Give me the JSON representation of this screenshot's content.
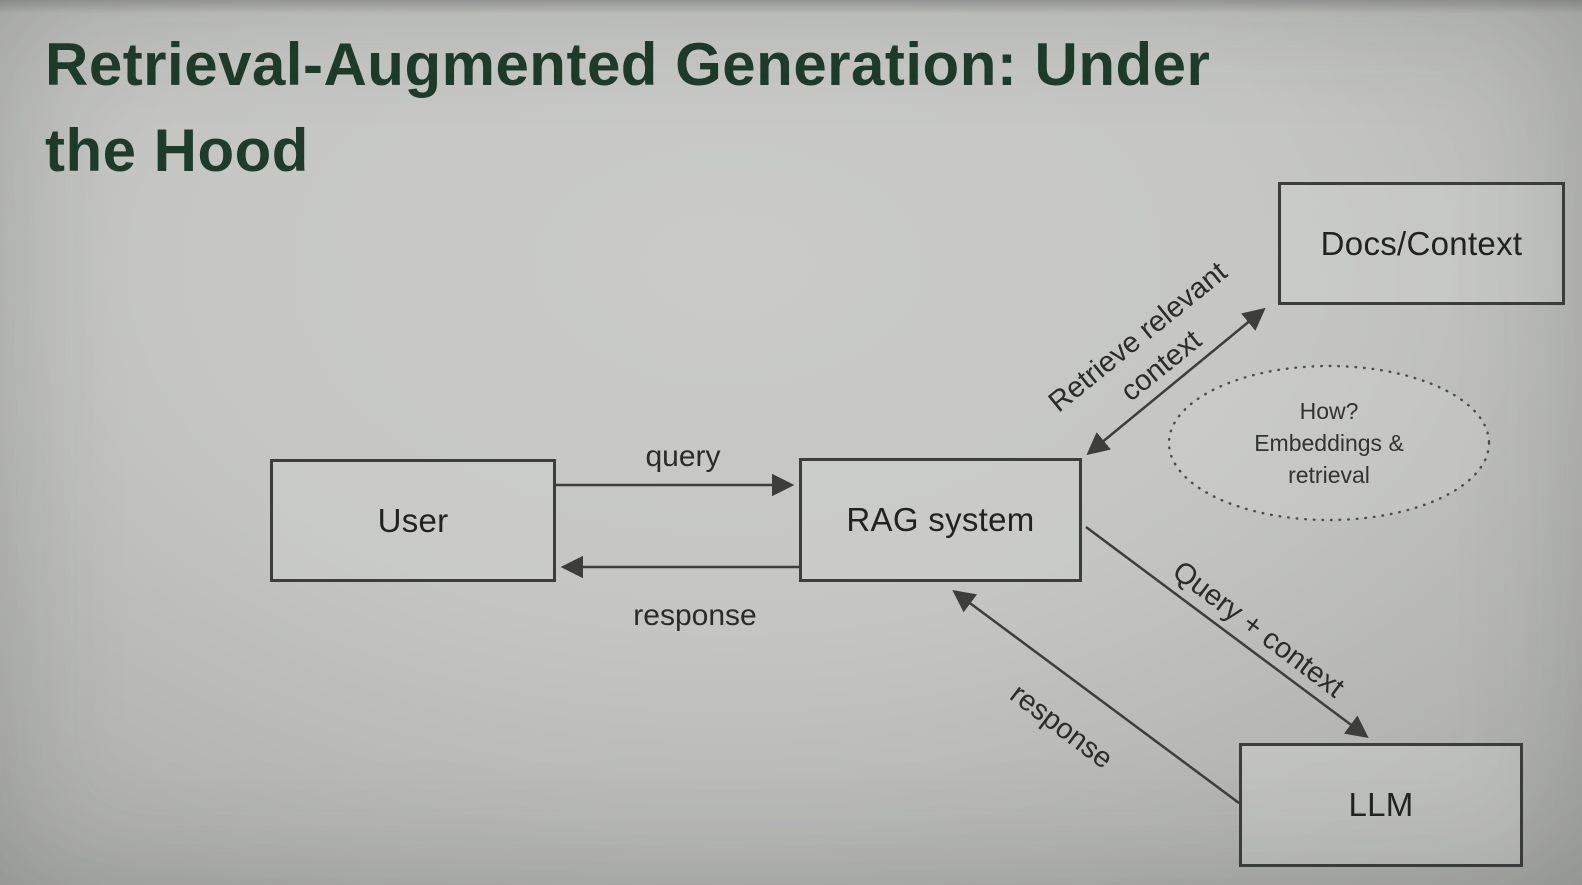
{
  "slide": {
    "title_line1": "Retrieval-Augmented Generation: Under",
    "title_line2": "the Hood"
  },
  "diagram": {
    "nodes": {
      "user": {
        "label": "User"
      },
      "rag": {
        "label": "RAG system"
      },
      "docs": {
        "label": "Docs/Context"
      },
      "llm": {
        "label": "LLM"
      }
    },
    "edges": {
      "query": {
        "label": "query"
      },
      "response_user": {
        "label": "response"
      },
      "retrieve": {
        "label_line1": "Retrieve relevant",
        "label_line2": "context"
      },
      "query_context": {
        "label": "Query + context"
      },
      "response_llm": {
        "label": "response"
      }
    },
    "annotation": {
      "line1": "How?",
      "line2": "Embeddings &",
      "line3": "retrieval"
    }
  },
  "colors": {
    "title_green": "#1e3c2a",
    "background_gray": "#c5c6c2",
    "line_dark": "#3d3e3c"
  }
}
